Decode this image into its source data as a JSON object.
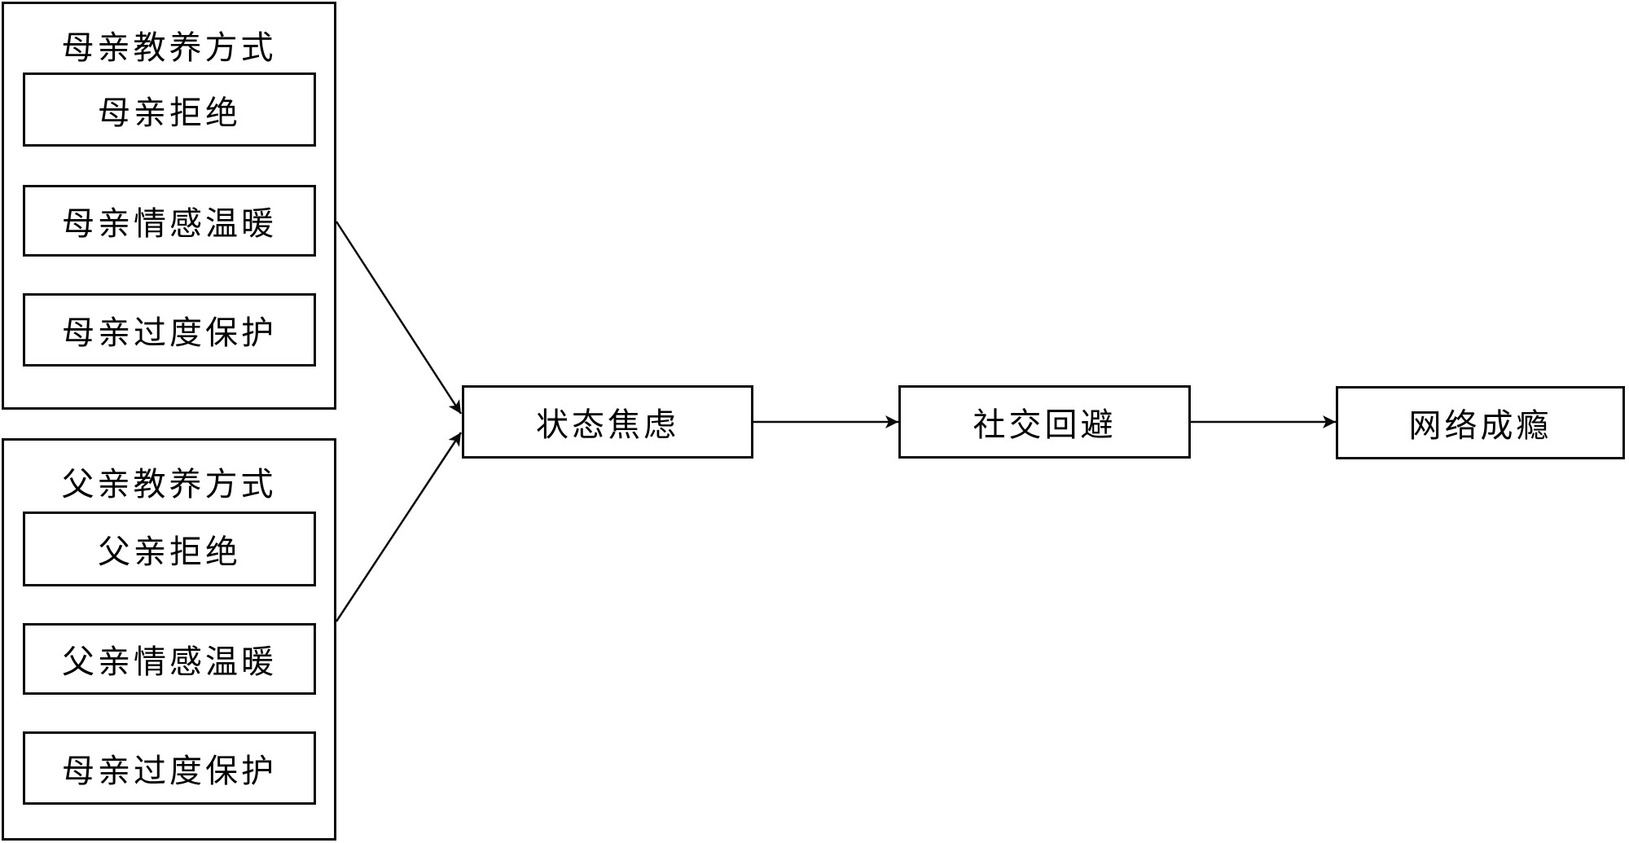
{
  "figure": {
    "type": "flow-diagram",
    "background_color": "#ffffff",
    "line_color": "#000000",
    "text_color": "#000000",
    "groups": {
      "mother": {
        "title": "母亲教养方式",
        "items": [
          "母亲拒绝",
          "母亲情感温暖",
          "母亲过度保护"
        ]
      },
      "father": {
        "title": "父亲教养方式",
        "items": [
          "父亲拒绝",
          "父亲情感温暖",
          "母亲过度保护"
        ]
      }
    },
    "nodes": {
      "state_anxiety": "状态焦虑",
      "social_avoidance": "社交回避",
      "internet_addiction": "网络成瘾"
    },
    "connections": [
      {
        "from": "母亲教养方式",
        "to": "状态焦虑",
        "style": "arrow"
      },
      {
        "from": "父亲教养方式",
        "to": "状态焦虑",
        "style": "arrow"
      },
      {
        "from": "状态焦虑",
        "to": "社交回避",
        "style": "arrow"
      },
      {
        "from": "社交回避",
        "to": "网络成瘾",
        "style": "arrow"
      }
    ]
  }
}
